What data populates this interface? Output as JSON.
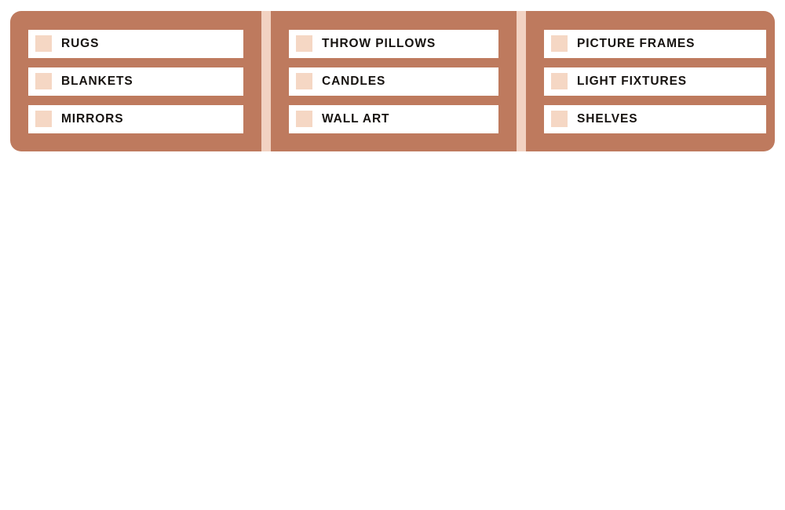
{
  "board": {
    "background_color": "#be7a5e",
    "divider_color": "#f2d2c2",
    "row_background_color": "#ffffff",
    "swatch_color": "#f5d7c4",
    "label_color": "#16120f",
    "columns": [
      {
        "items": [
          {
            "label": "RUGS",
            "swatch": "color-swatch"
          },
          {
            "label": "BLANKETS",
            "swatch": "color-swatch"
          },
          {
            "label": "MIRRORS",
            "swatch": "color-swatch"
          }
        ]
      },
      {
        "items": [
          {
            "label": "THROW PILLOWS",
            "swatch": "color-swatch"
          },
          {
            "label": "CANDLES",
            "swatch": "color-swatch"
          },
          {
            "label": "WALL ART",
            "swatch": "color-swatch"
          }
        ]
      },
      {
        "items": [
          {
            "label": "PICTURE FRAMES",
            "swatch": "color-swatch"
          },
          {
            "label": "LIGHT FIXTURES",
            "swatch": "color-swatch"
          },
          {
            "label": "SHELVES",
            "swatch": "color-swatch"
          }
        ]
      }
    ]
  }
}
